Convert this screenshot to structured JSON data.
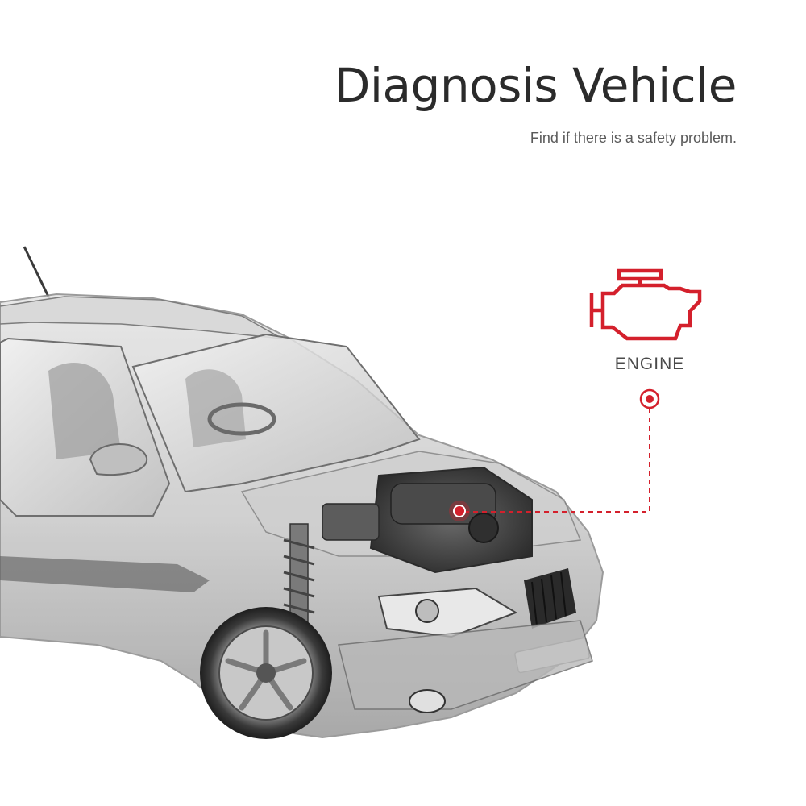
{
  "header": {
    "title": "Diagnosis Vehicle",
    "subtitle": "Find if there is a safety problem."
  },
  "callout": {
    "label": "ENGINE",
    "icon": "engine-warning-icon",
    "accent_color": "#d4202c"
  },
  "illustration": {
    "subject": "car-xray-icon",
    "tone": "#8a8a8a"
  }
}
